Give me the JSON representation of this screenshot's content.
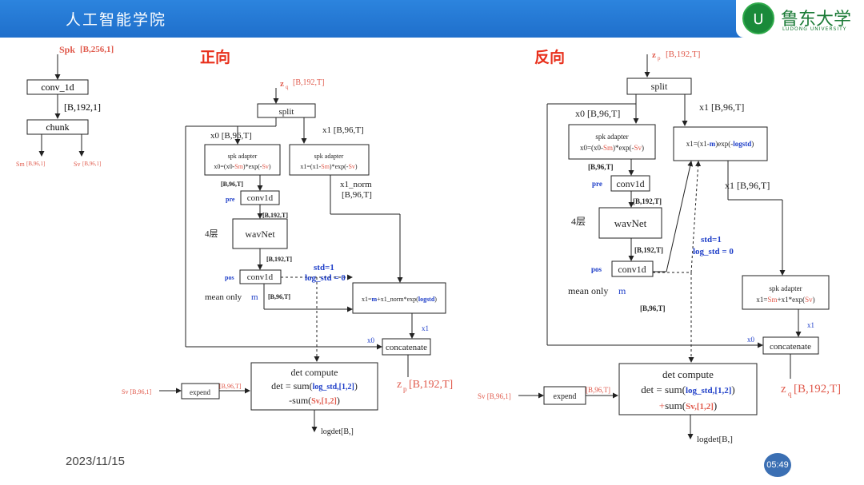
{
  "header": {
    "title": "人工智能学院",
    "logo_cn": "鲁东大学",
    "logo_en": "LUDONG UNIVERSITY",
    "logo_mark": "U"
  },
  "footer": {
    "date": "2023/11/15",
    "time": "05:49"
  },
  "colors": {
    "header_blue": "#2176d8",
    "red": "#e05a4c",
    "blue_bold": "#1e3ec8",
    "title_red": "#e8301c"
  },
  "left_diagram": {
    "spk": "Spk",
    "spk_dim": "[B,256,1]",
    "conv": "conv_1d",
    "mid_dim": "[B,192,1]",
    "chunk": "chunk",
    "sm": "Sm",
    "sm_dim": "[B,96,1]",
    "sv": "Sv",
    "sv_dim": "[B,96,1]"
  },
  "forward": {
    "title": "正向",
    "zq": "z",
    "zq_sub": "q",
    "zq_dim": "[B,192,T]",
    "split": "split",
    "x0_lbl": "x0 [B,96,T]",
    "x1_lbl": "x1 [B,96,T]",
    "adapter_l_title": "spk adapter",
    "adapter_l_a": "x0=(x0-",
    "adapter_l_sm": "Sm",
    "adapter_l_b": ")*exp(-",
    "adapter_l_sv": "Sv",
    "adapter_l_c": ")",
    "adapter_r_title": "spk adapter",
    "adapter_r_a": "x1=(x1-",
    "adapter_r_sm": "Sm",
    "adapter_r_b": ")*exp(-",
    "adapter_r_sv": "Sv",
    "adapter_r_c": ")",
    "x1_norm": "x1_norm",
    "x1_norm_dim": "[B,96,T]",
    "bt96_a": "[B,96,T]",
    "pre": "pre",
    "conv1d_a": "conv1d",
    "bt192_a": "[B,192,T]",
    "layers": "4层",
    "wavnet": "wavNet",
    "bt192_b": "[B,192,T]",
    "pos": "pos",
    "conv1d_b": "conv1d",
    "std": "std=1",
    "logstd": "log_std = 0",
    "mean_only": "mean only",
    "m": "m",
    "bt96_b": "[B,96,T]",
    "eq_a": "x1=",
    "eq_m": "m",
    "eq_b": "+x1_norm*exp(",
    "eq_ls": "logstd",
    "eq_c": ")",
    "x1": "x1",
    "x0": "x0",
    "concat": "concatenate",
    "zp": "z",
    "zp_sub": "p",
    "zp_dim": "[B,192,T]",
    "det_title": "det compute",
    "det_line1a": "det = sum(",
    "det_line1b": "log_std,[1,2]",
    "det_line1c": ")",
    "det_line2a": "-sum(",
    "det_line2b": "Sv,[1,2]",
    "det_line2c": ")",
    "sv_in": "Sv [B,96,1]",
    "expend": "expend",
    "expend_dim": "[B,96,T]",
    "logdet": "logdet[B,]"
  },
  "reverse": {
    "title": "反向",
    "zp": "z",
    "zp_sub": "p",
    "zp_dim": "[B,192,T]",
    "split": "split",
    "x0_lbl": "x0 [B,96,T]",
    "x1_lbl": "x1 [B,96,T]",
    "adapter_l_title": "spk adapter",
    "adapter_l_a": "x0=(x0-",
    "adapter_l_sm": "Sm",
    "adapter_l_b": ")*exp(-",
    "adapter_l_sv": "Sv",
    "adapter_l_c": ")",
    "bt96_a": "[B,96,T]",
    "pre": "pre",
    "conv1d_a": "conv1d",
    "bt192_a": "[B,192,T]",
    "layers": "4层",
    "wavnet": "wavNet",
    "bt192_b": "[B,192,T]",
    "pos": "pos",
    "conv1d_b": "conv1d",
    "mean_only": "mean only",
    "m": "m",
    "bt96_b": "[B,96,T]",
    "std": "std=1",
    "logstd": "log_std = 0",
    "eq_a": "x1=(x1-",
    "eq_m": "m",
    "eq_b": ")exp(-",
    "eq_ls": "logstd",
    "eq_c": ")",
    "x1_mid": "x1 [B,96,T]",
    "adapter_r_title": "spk adapter",
    "adapter_r_a": "x1=",
    "adapter_r_sm": "Sm",
    "adapter_r_b": "+x1*exp(",
    "adapter_r_sv": "Sv",
    "adapter_r_c": ")",
    "x1": "x1",
    "x0": "x0",
    "concat": "concatenate",
    "zq": "z",
    "zq_sub": "q",
    "zq_dim": "[B,192,T]",
    "det_title": "det compute",
    "det_line1a": "det = sum(",
    "det_line1b": "log_std,[1,2]",
    "det_line1c": ")",
    "det_line2a": "+",
    "det_line2b": "sum(",
    "det_line2c": "Sv,[1,2]",
    "det_line2d": ")",
    "sv_in": "Sv [B,96,1]",
    "expend": "expend",
    "expend_dim": "[B,96,T]",
    "logdet": "logdet[B,]"
  }
}
